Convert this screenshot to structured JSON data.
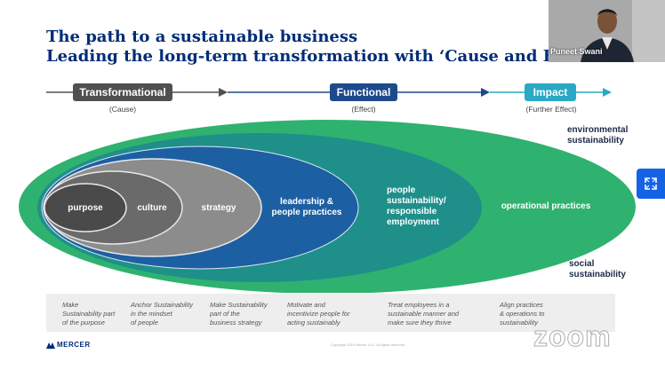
{
  "slide": {
    "title_line1": "The path to a sustainable business",
    "title_line2": "Leading the long-term transformation with ‘Cause and Effect’",
    "stages": [
      {
        "label": "Transformational",
        "sub": "(Cause)",
        "color": "#505050"
      },
      {
        "label": "Functional",
        "sub": "(Effect)",
        "color": "#1d4a8c"
      },
      {
        "label": "Impact",
        "sub": "(Further Effect)",
        "color": "#29a9c4"
      }
    ],
    "environmental": {
      "line1": "environmental",
      "line2": "sustainability"
    },
    "social": {
      "line1": "social",
      "line2": "sustainability"
    },
    "rings": {
      "purpose": "purpose",
      "culture": "culture",
      "strategy": "strategy",
      "leadership_line1": "leadership &",
      "leadership_line2": "people practices",
      "people_line1": "people",
      "people_line2": "sustainability/",
      "people_line3": "responsible",
      "people_line4": "employment",
      "operational": "operational practices"
    },
    "descriptions": [
      {
        "l1": "Make",
        "l2": "Sustainability part",
        "l3": "of the purpose"
      },
      {
        "l1": "Anchor Sustainability",
        "l2": "in the mindset",
        "l3": "of people"
      },
      {
        "l1": "Make Sustainability",
        "l2": "part of the",
        "l3": "business strategy"
      },
      {
        "l1": "Motivate and",
        "l2": "incentivize people for",
        "l3": "acting sustainably"
      },
      {
        "l1": "Treat employees in a",
        "l2": "sustainable manner and",
        "l3": "make sure they thrive"
      },
      {
        "l1": "Align practices",
        "l2": "& operations to",
        "l3": "sustainability"
      }
    ],
    "brand": "MERCER",
    "copyright": "Copyright 2019 Mercer LLC. All rights reserved."
  },
  "video": {
    "presenter": "Puneet Swani"
  },
  "watermark": "zoom",
  "colors": {
    "title": "#002c77",
    "green": "#2fb26f",
    "teal": "#1f8f8a",
    "blue": "#1d5fa3",
    "navy": "#184e86"
  }
}
